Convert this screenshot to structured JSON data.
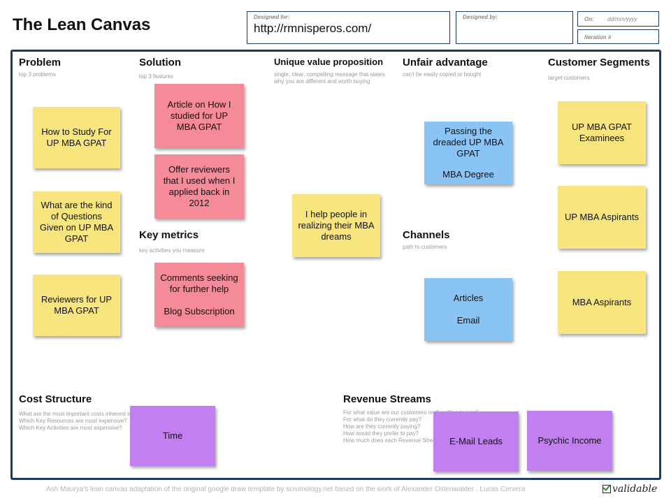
{
  "header": {
    "title": "The Lean Canvas",
    "designed_for_label": "Designed for:",
    "designed_for_value": "http://rmnisperos.com/",
    "designed_by_label": "Designed by:",
    "on_label": "On:",
    "on_placeholder": "dd/mm/yyyy",
    "iteration_label": "Iteration #"
  },
  "blocks": {
    "problem": {
      "title": "Problem",
      "subtitle": "top 3 problems"
    },
    "solution": {
      "title": "Solution",
      "subtitle": "top 3 features"
    },
    "key_metrics": {
      "title": "Key metrics",
      "subtitle": "key activities you measure"
    },
    "uvp": {
      "title": "Unique value proposition",
      "subtitle_lines": [
        "single, clear, compelling message that states",
        "why you are different and worth buying"
      ]
    },
    "unfair_advantage": {
      "title": "Unfair advantage",
      "subtitle": "can't be easily copied or bought"
    },
    "channels": {
      "title": "Channels",
      "subtitle": "path to customers"
    },
    "customer_segments": {
      "title": "Customer Segments",
      "subtitle": "target customers"
    },
    "cost_structure": {
      "title": "Cost Structure",
      "subtitle_lines": [
        "What are the most important costs inherent in",
        "Which Key Resources are most expensive?",
        "Which Key Activities are most expensive?"
      ]
    },
    "revenue_streams": {
      "title": "Revenue Streams",
      "subtitle_lines": [
        "For what value are our customers really willing to pay?",
        "For what do they currently pay?",
        "How are they currently paying?",
        "How would they prefer to pay?",
        "How much does each Revenue Stream contribute?"
      ]
    }
  },
  "notes": {
    "problem_1": "How to Study For UP MBA GPAT",
    "problem_2": "What are the kind of Questions Given on UP MBA GPAT",
    "problem_3": "Reviewers for UP MBA GPAT",
    "solution_1": "Article on How I studied for UP MBA GPAT",
    "solution_2": "Offer reviewers that I used when I applied back in 2012",
    "metrics_1_line1": "Comments seeking for further help",
    "metrics_1_line2": "Blog Subscription",
    "uvp_1": "I help people in realizing their MBA dreams",
    "unfair_1_line1": "Passing the dreaded UP MBA GPAT",
    "unfair_1_line2": "MBA Degree",
    "channels_1_line1": "Articles",
    "channels_1_line2": "Email",
    "segments_1": "UP MBA GPAT Examinees",
    "segments_2": "UP MBA Aspirants",
    "segments_3": "MBA Aspirants",
    "cost_1": "Time",
    "revenue_1": "E-Mail Leads",
    "revenue_2": "Psychic Income"
  },
  "footer": {
    "credit": "Ash Maurya's lean canvas adaptation of the original google draw template by scrumology.net based on the work of Alexander Ostenwalder . Lucas Cervera",
    "brand": "validable"
  },
  "colors": {
    "frame": "#1f3a5f",
    "note_yellow": "#f8e57e",
    "note_pink": "#f58a98",
    "note_blue": "#8ac4f5",
    "note_purple": "#c17ff0"
  }
}
